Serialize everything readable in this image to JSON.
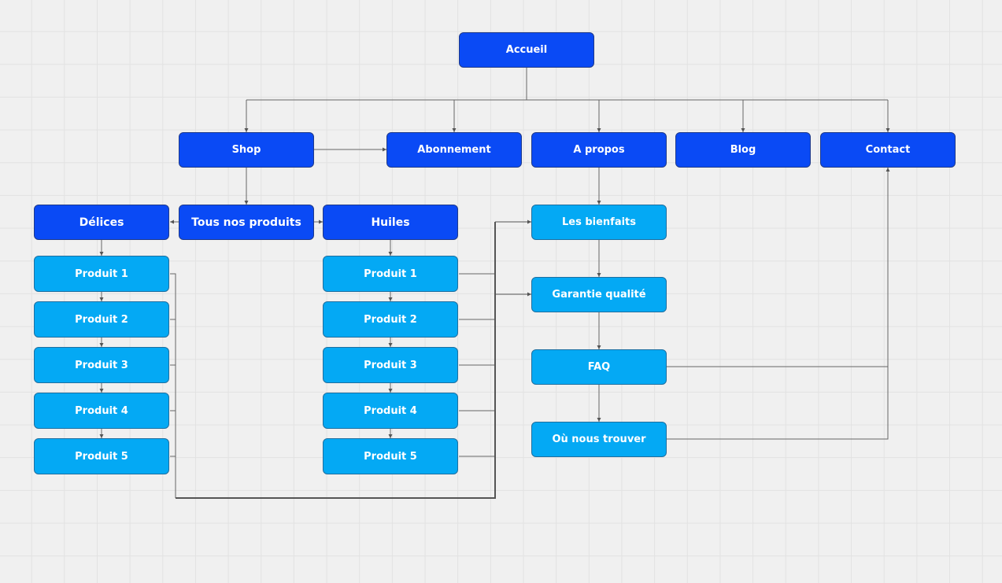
{
  "sitemap": {
    "accueil": "Accueil",
    "shop": "Shop",
    "abonnement": "Abonnement",
    "a_propos": "A propos",
    "blog": "Blog",
    "contact": "Contact",
    "delices": "Délices",
    "tous_nos_produits": "Tous nos produits",
    "huiles": "Huiles",
    "delices_products": [
      "Produit 1",
      "Produit 2",
      "Produit 3",
      "Produit 4",
      "Produit 5"
    ],
    "huiles_products": [
      "Produit 1",
      "Produit 2",
      "Produit 3",
      "Produit 4",
      "Produit 5"
    ],
    "les_bienfaits": "Les bienfaits",
    "garantie_qualite": "Garantie qualité",
    "faq": "FAQ",
    "ou_nous_trouver": "Où nous trouver"
  },
  "colors": {
    "primary_node": "#0a4af5",
    "secondary_node": "#04a9f4",
    "connector": "#555555",
    "canvas": "#f0f0f0"
  }
}
